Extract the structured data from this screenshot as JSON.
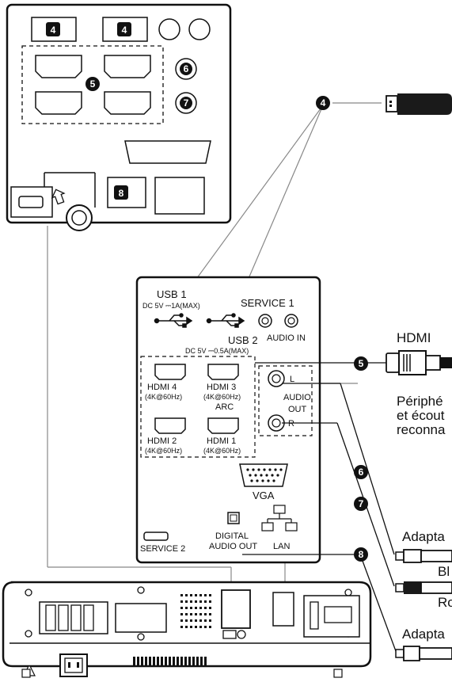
{
  "callouts": {
    "usb": "4",
    "hdmi": "5",
    "audio_l": "6",
    "audio_r": "7",
    "digital_audio": "8"
  },
  "panel": {
    "usb1_title": "USB 1",
    "usb1_spec": "DC 5V ⎓1A(MAX)",
    "service1": "SERVICE 1",
    "usb2_title": "USB 2",
    "audio_in": "AUDIO IN",
    "usb2_spec": "DC 5V ⎓0.5A(MAX)",
    "hdmi4": "HDMI 4",
    "hdmi4_spec": "(4K@60Hz)",
    "hdmi3": "HDMI 3",
    "hdmi3_spec": "(4K@60Hz)",
    "arc": "ARC",
    "hdmi2": "HDMI 2",
    "hdmi2_spec": "(4K@60Hz)",
    "hdmi1": "HDMI 1",
    "hdmi1_spec": "(4K@60Hz)",
    "audio_out_l": "L",
    "audio_out": "AUDIO",
    "audio_out_2": "OUT",
    "audio_out_r": "R",
    "vga": "VGA",
    "digital": "DIGITAL",
    "digital_audio_out": "AUDIO OUT",
    "lan": "LAN",
    "service2": "SERVICE 2"
  },
  "side_labels": {
    "hdmi": "HDMI",
    "peripheral_1": "Périphé",
    "peripheral_2": "et écout",
    "peripheral_3": "reconna",
    "adapter_1": "Adapta",
    "white": "Bl",
    "red": "Ro",
    "adapter_2": "Adapta"
  },
  "colors": {
    "line": "#111111",
    "badge": "#111111",
    "device": "#1a1a1a"
  }
}
